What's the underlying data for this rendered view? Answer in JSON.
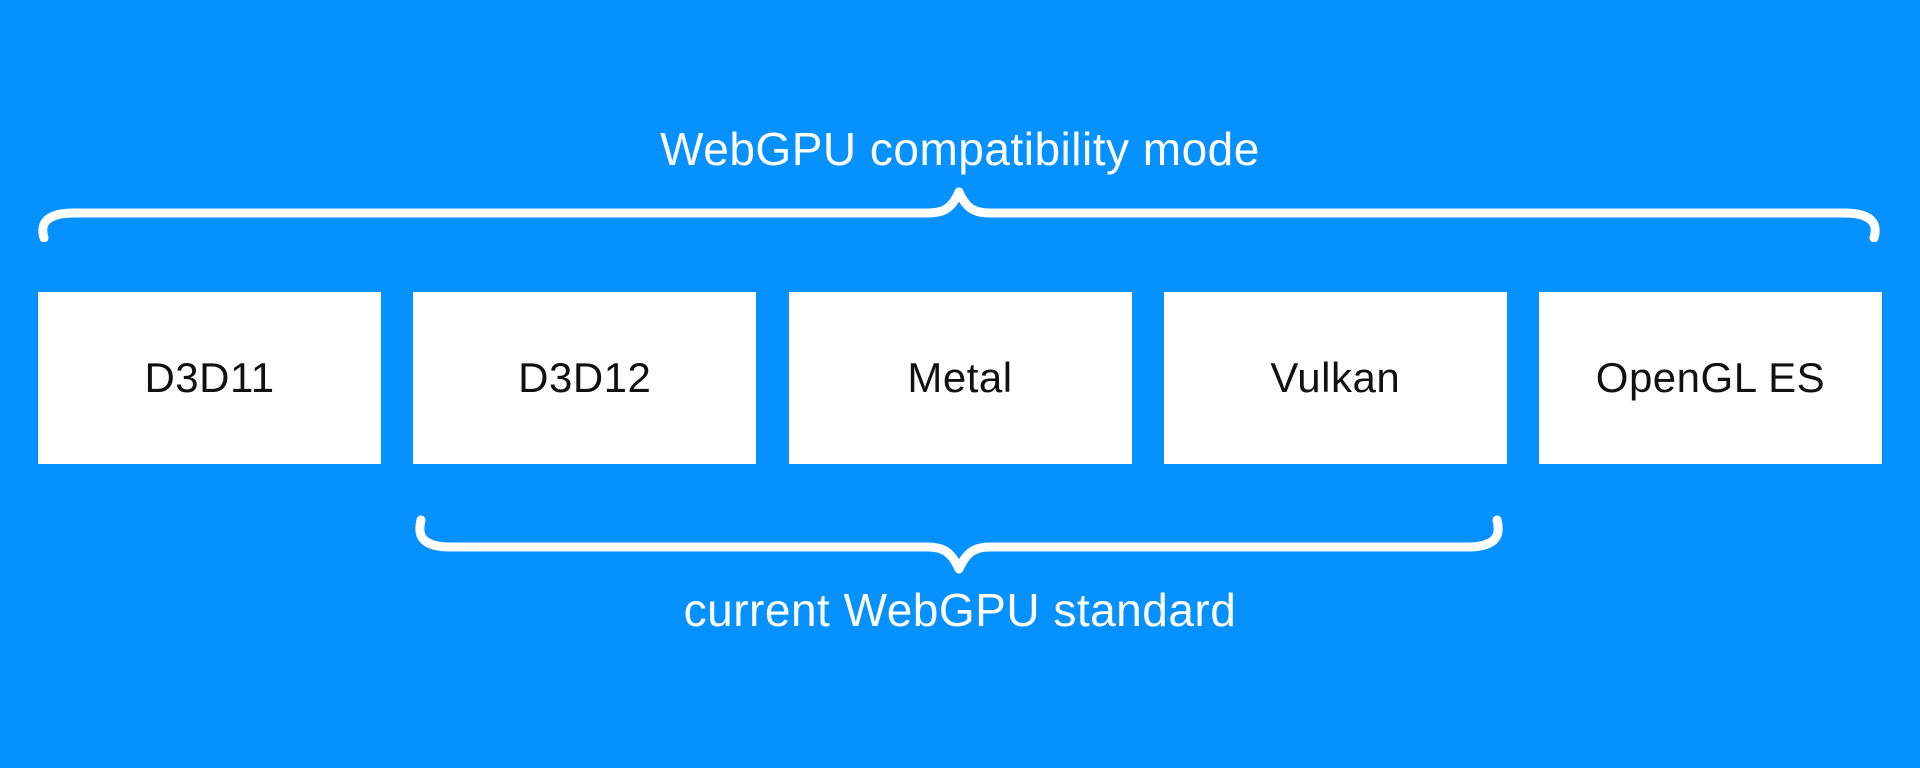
{
  "diagram": {
    "top_label": "WebGPU compatibility mode",
    "bottom_label": "current WebGPU standard",
    "boxes": [
      {
        "label": "D3D11"
      },
      {
        "label": "D3D12"
      },
      {
        "label": "Metal"
      },
      {
        "label": "Vulkan"
      },
      {
        "label": "OpenGL ES"
      }
    ],
    "colors": {
      "background": "#0591FF",
      "box_background": "#FFFFFF",
      "box_text": "#111111",
      "accent_text": "#FFFFFF",
      "brace": "#FFFFFF"
    }
  }
}
